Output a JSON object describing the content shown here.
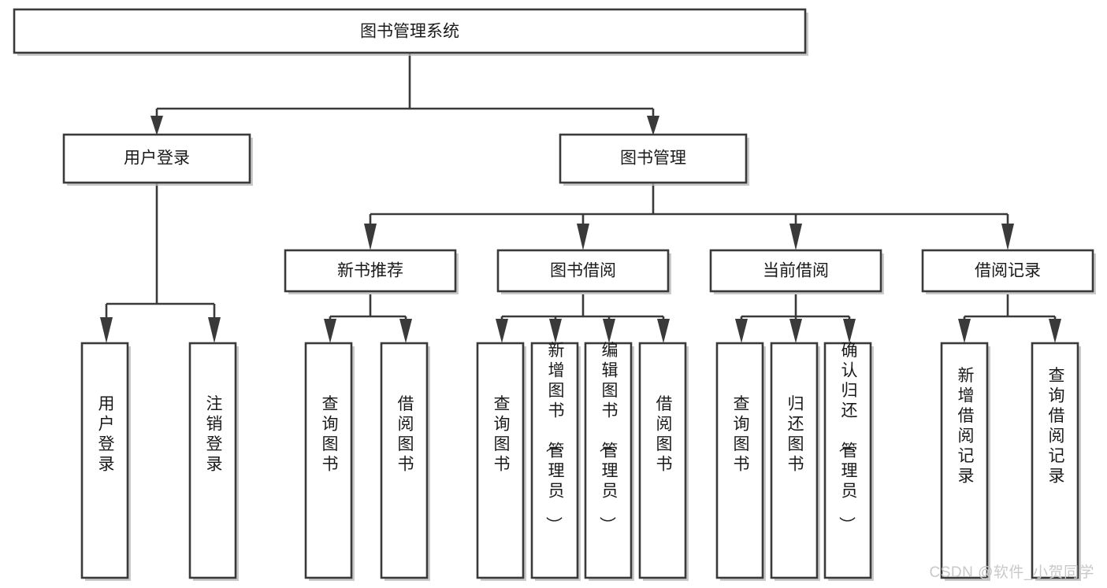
{
  "diagram": {
    "type": "org-tree",
    "title": "图书管理系统",
    "root": {
      "id": "root",
      "label": "图书管理系统"
    },
    "level1": [
      {
        "id": "user-login",
        "label": "用户登录"
      },
      {
        "id": "book-management",
        "label": "图书管理"
      }
    ],
    "level2": [
      {
        "id": "new-book-recommend",
        "label": "新书推荐",
        "parent": "book-management"
      },
      {
        "id": "book-borrow",
        "label": "图书借阅",
        "parent": "book-management"
      },
      {
        "id": "current-borrow",
        "label": "当前借阅",
        "parent": "book-management"
      },
      {
        "id": "borrow-record",
        "label": "借阅记录",
        "parent": "book-management"
      }
    ],
    "leaves": [
      {
        "id": "leaf-user-login",
        "label": "用户登录",
        "parent": "user-login"
      },
      {
        "id": "leaf-user-logout",
        "label": "注销登录",
        "parent": "user-login"
      },
      {
        "id": "leaf-query-book-1",
        "label": "查询图书",
        "parent": "new-book-recommend"
      },
      {
        "id": "leaf-borrow-book-1",
        "label": "借阅图书",
        "parent": "new-book-recommend"
      },
      {
        "id": "leaf-query-book-2",
        "label": "查询图书",
        "parent": "book-borrow"
      },
      {
        "id": "leaf-add-book",
        "label": "新增图书（管理员）",
        "parent": "book-borrow"
      },
      {
        "id": "leaf-edit-book",
        "label": "编辑图书（管理员）",
        "parent": "book-borrow"
      },
      {
        "id": "leaf-borrow-book-2",
        "label": "借阅图书",
        "parent": "book-borrow"
      },
      {
        "id": "leaf-query-book-3",
        "label": "查询图书",
        "parent": "current-borrow"
      },
      {
        "id": "leaf-return-book",
        "label": "归还图书",
        "parent": "current-borrow"
      },
      {
        "id": "leaf-confirm-return",
        "label": "确认归还（管理员）",
        "parent": "current-borrow"
      },
      {
        "id": "leaf-add-record",
        "label": "新增借阅记录",
        "parent": "borrow-record"
      },
      {
        "id": "leaf-query-record",
        "label": "查询借阅记录",
        "parent": "borrow-record"
      }
    ],
    "colors": {
      "box_fill": "#ffffff",
      "box_stroke": "#3a3a3a",
      "text": "#1a1a1a",
      "watermark": "#c9c9c9",
      "background": "#ffffff"
    }
  },
  "watermark": {
    "text": "CSDN @软件_小贺同学"
  }
}
